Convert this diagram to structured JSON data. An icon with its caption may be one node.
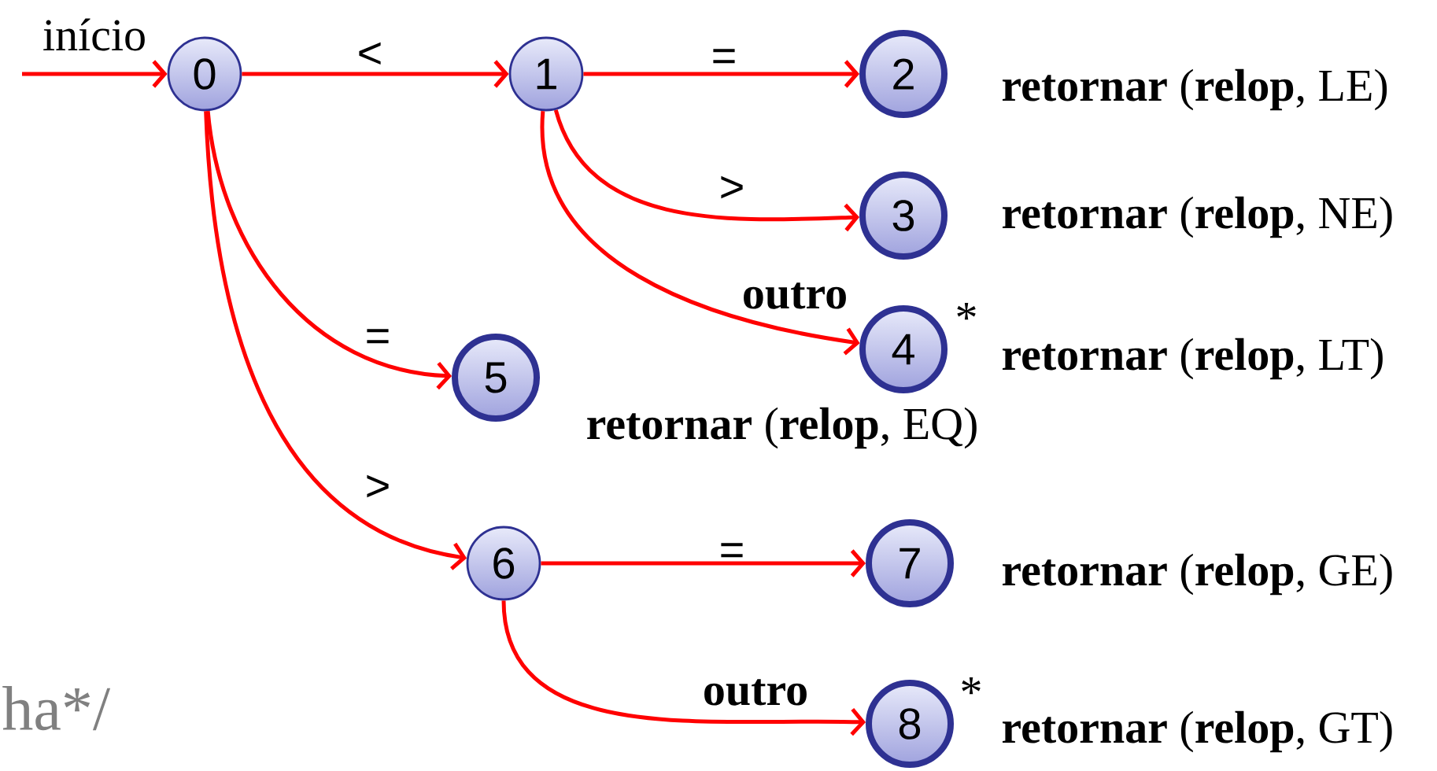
{
  "diagram": {
    "nodes": [
      {
        "text": [
          "0"
        ]
      },
      {
        "text": [
          "1"
        ]
      },
      {
        "text": [
          "2"
        ],
        "beside": [
          "**retornar** (**relop**, LE)"
        ]
      },
      {
        "text": [
          "3"
        ],
        "beside": [
          "**retornar** (**relop**, NE)"
        ]
      },
      {
        "text": [
          "4"
        ],
        "beside": [
          "*",
          "**retornar** (**relop**, LT)"
        ]
      },
      {
        "text": [
          "5"
        ]
      },
      {
        "text": [
          "6"
        ]
      },
      {
        "text": [
          "7"
        ],
        "beside": [
          "**retornar** (**relop**, GE)"
        ]
      },
      {
        "text": [
          "8"
        ],
        "beside": [
          "*",
          "**retornar** (**relop**, GT)"
        ]
      }
    ],
    "edges": [
      {
        "from": null,
        "to": 0,
        "arrow": "to",
        "label": "início"
      },
      {
        "from": 0,
        "to": 1,
        "arrow": "to",
        "label": "<"
      },
      {
        "from": 1,
        "to": 2,
        "arrow": "to",
        "label": "="
      },
      {
        "from": 1,
        "to": 3,
        "arrow": "to",
        "label": ">"
      },
      {
        "from": 1,
        "to": 4,
        "arrow": "to",
        "label": "outro"
      },
      {
        "from": 0,
        "to": 5,
        "arrow": "to",
        "label": "="
      },
      {
        "from": 0,
        "to": 6,
        "arrow": "to",
        "label": ">"
      },
      {
        "from": 6,
        "to": 7,
        "arrow": "to",
        "label": "="
      },
      {
        "from": 6,
        "to": 8,
        "arrow": "to",
        "label": "outro"
      }
    ],
    "labels": [
      "**retornar** (**relop**, EQ)",
      "ha*/"
    ]
  }
}
